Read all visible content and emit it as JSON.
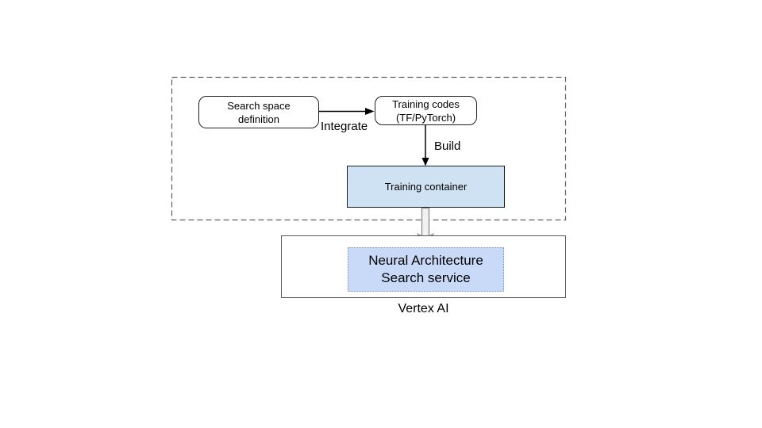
{
  "diagram": {
    "nodes": {
      "search_space": {
        "line1": "Search space",
        "line2": "definition"
      },
      "training_codes": {
        "line1": "Training codes",
        "line2": "(TF/PyTorch)"
      },
      "training_container": {
        "label": "Training container"
      },
      "nas_service": {
        "line1": "Neural Architecture",
        "line2": "Search service"
      }
    },
    "edge_labels": {
      "integrate": "Integrate",
      "build": "Build"
    },
    "captions": {
      "vertex_ai": "Vertex AI"
    },
    "colors": {
      "training_container_fill": "#cfe2f3",
      "nas_service_fill": "#c9daf8",
      "node_border": "#1f1f1f",
      "dashed_group_border": "#5f5f5f",
      "vertex_container_border": "#595959",
      "arrow": "#000000",
      "hollow_arrow_fill": "#f2f2f2",
      "hollow_arrow_stroke": "#8c8c8c",
      "text": "#000000"
    }
  }
}
